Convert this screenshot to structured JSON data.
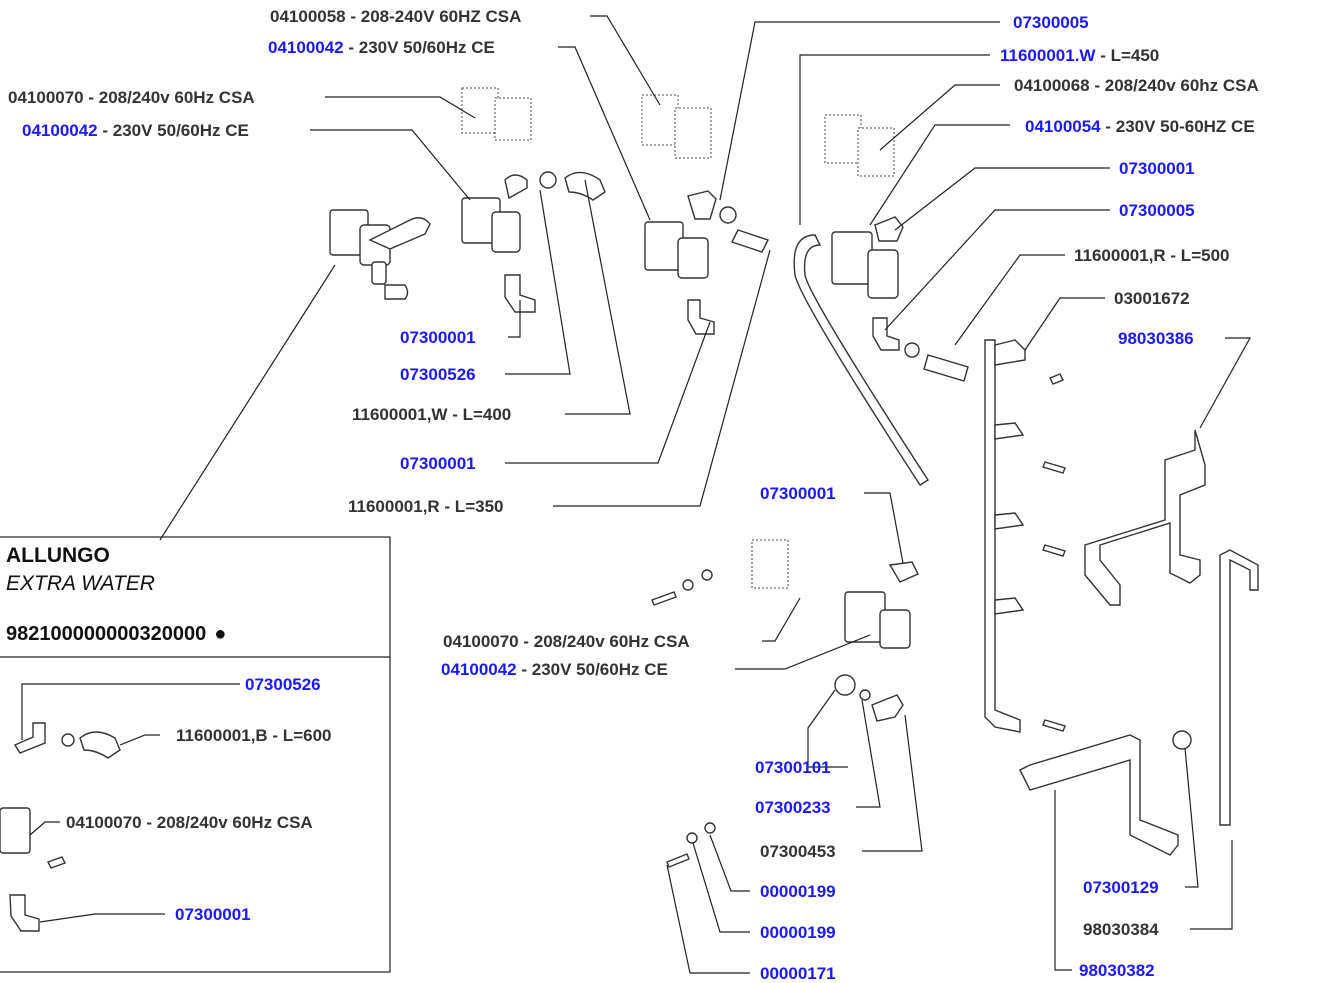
{
  "callouts": {
    "c01": {
      "code": "04100058",
      "desc": " - 208-240V 60HZ CSA"
    },
    "c02": {
      "code": "04100042",
      "desc": " - 230V 50/60Hz CE"
    },
    "c03": {
      "code": "04100070",
      "desc": " - 208/240v 60Hz CSA"
    },
    "c04": {
      "code": "04100042",
      "desc": " - 230V 50/60Hz CE"
    },
    "c05": {
      "code": "07300005",
      "desc": ""
    },
    "c06": {
      "code": "11600001.W",
      "desc": " - L=450"
    },
    "c07": {
      "code": "04100068",
      "desc": " - 208/240v 60hz CSA"
    },
    "c08": {
      "code": "04100054",
      "desc": " - 230V 50-60HZ CE"
    },
    "c09": {
      "code": "07300001",
      "desc": ""
    },
    "c10": {
      "code": "07300005",
      "desc": ""
    },
    "c11": {
      "code": "11600001,R",
      "desc": " - L=500"
    },
    "c12": {
      "code": "03001672",
      "desc": ""
    },
    "c13": {
      "code": "98030386",
      "desc": ""
    },
    "c14": {
      "code": "07300001",
      "desc": ""
    },
    "c15": {
      "code": "07300526",
      "desc": ""
    },
    "c16": {
      "code": "11600001,W",
      "desc": " - L=400"
    },
    "c17": {
      "code": "07300001",
      "desc": ""
    },
    "c18": {
      "code": "11600001,R",
      "desc": " - L=350"
    },
    "c19": {
      "code": "07300001",
      "desc": ""
    },
    "c20": {
      "code": "04100070",
      "desc": " - 208/240v 60Hz CSA"
    },
    "c21": {
      "code": "04100042",
      "desc": " - 230V 50/60Hz CE"
    },
    "c22": {
      "code": "07300101",
      "desc": ""
    },
    "c23": {
      "code": "07300233",
      "desc": ""
    },
    "c24": {
      "code": "07300453",
      "desc": ""
    },
    "c25": {
      "code": "00000199",
      "desc": ""
    },
    "c26": {
      "code": "00000199",
      "desc": ""
    },
    "c27": {
      "code": "00000171",
      "desc": ""
    },
    "c28": {
      "code": "07300129",
      "desc": ""
    },
    "c29": {
      "code": "98030384",
      "desc": ""
    },
    "c30": {
      "code": "98030382",
      "desc": ""
    }
  },
  "kit_box": {
    "title": "ALLUNGO",
    "subtitle": "EXTRA WATER",
    "code": "982100000000320000",
    "bullet": "●",
    "items": {
      "k1": {
        "code": "07300526",
        "desc": ""
      },
      "k2": {
        "code": "11600001,B",
        "desc": " - L=600"
      },
      "k3": {
        "code": "04100070",
        "desc": " - 208/240v 60Hz CSA"
      },
      "k4": {
        "code": "07300001",
        "desc": ""
      }
    }
  },
  "colors": {
    "code_blue": "#1a1aff",
    "code_black": "#333333",
    "line": "#222222"
  }
}
